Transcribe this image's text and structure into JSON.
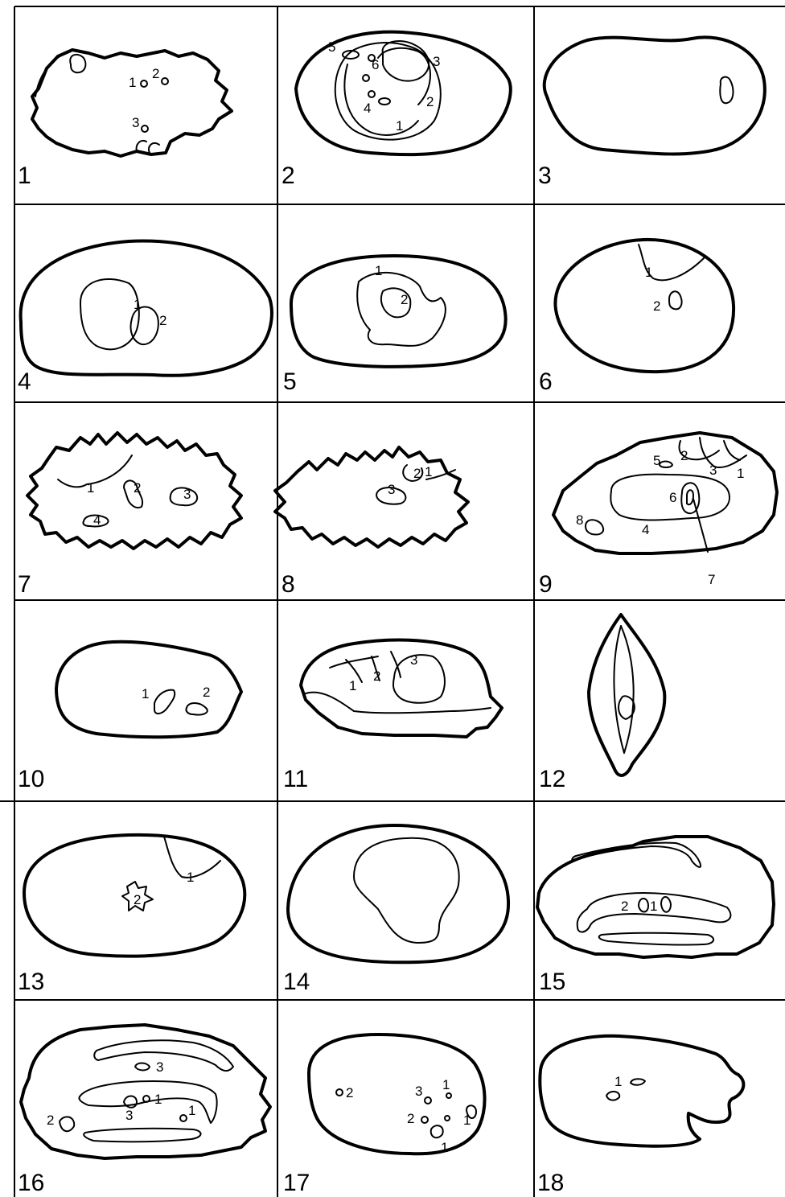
{
  "panels": [
    {
      "number": "1",
      "labels": [
        "1",
        "2",
        "3"
      ]
    },
    {
      "number": "2",
      "labels": [
        "1",
        "2",
        "3",
        "4",
        "5",
        "6"
      ]
    },
    {
      "number": "3",
      "labels": []
    },
    {
      "number": "4",
      "labels": [
        "1",
        "2"
      ]
    },
    {
      "number": "5",
      "labels": [
        "1",
        "2"
      ]
    },
    {
      "number": "6",
      "labels": [
        "1",
        "2"
      ]
    },
    {
      "number": "7",
      "labels": [
        "1",
        "2",
        "3",
        "4"
      ]
    },
    {
      "number": "8",
      "labels": [
        "1",
        "2",
        "3"
      ]
    },
    {
      "number": "9",
      "labels": [
        "1",
        "2",
        "3",
        "4",
        "5",
        "6",
        "7",
        "8"
      ]
    },
    {
      "number": "10",
      "labels": [
        "1",
        "2"
      ]
    },
    {
      "number": "11",
      "labels": [
        "1",
        "2",
        "3"
      ]
    },
    {
      "number": "12",
      "labels": []
    },
    {
      "number": "13",
      "labels": [
        "1",
        "2"
      ]
    },
    {
      "number": "14",
      "labels": []
    },
    {
      "number": "15",
      "labels": [
        "1",
        "2"
      ]
    },
    {
      "number": "16",
      "labels": [
        "1",
        "1",
        "2",
        "3",
        "3"
      ]
    },
    {
      "number": "17",
      "labels": [
        "1",
        "1",
        "1",
        "2",
        "2",
        "3"
      ]
    },
    {
      "number": "18",
      "labels": [
        "1"
      ]
    }
  ],
  "colors": {
    "ink": "#000000",
    "paper": "#ffffff"
  }
}
